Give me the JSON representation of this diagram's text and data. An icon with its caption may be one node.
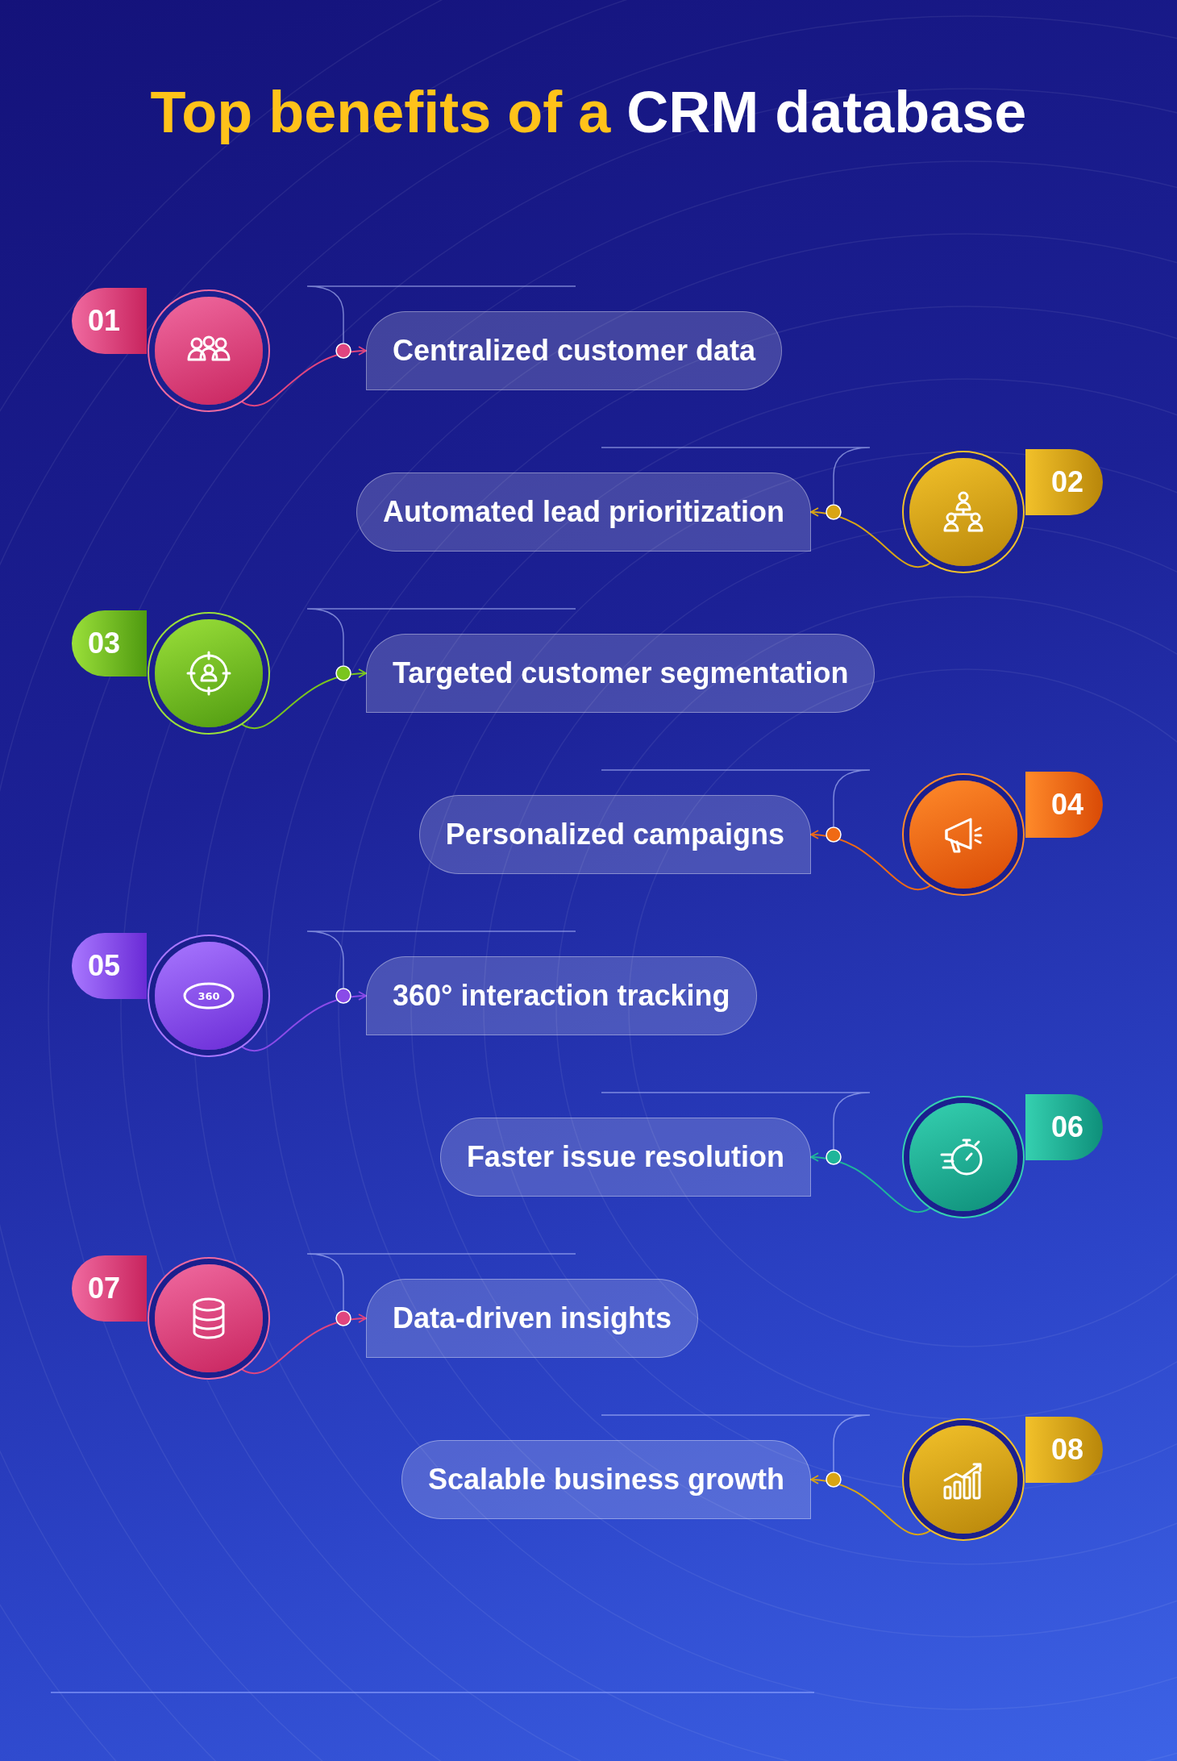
{
  "diagram": {
    "title": "Top benefits of a **CRM database**",
    "nodes": [
      {
        "text": [
          "01"
        ]
      },
      {
        "text": [],
        "shape": "circle"
      },
      {
        "text": [
          "Centralized customer data"
        ]
      },
      {
        "text": [
          "Automated lead prioritization"
        ]
      },
      {
        "text": [],
        "shape": "circle"
      },
      {
        "text": [
          "02"
        ]
      },
      {
        "text": [
          "03"
        ]
      },
      {
        "text": [],
        "shape": "circle"
      },
      {
        "text": [
          "Targeted customer segmentation"
        ]
      },
      {
        "text": [
          "Personalized campaigns"
        ]
      },
      {
        "text": [],
        "shape": "circle"
      },
      {
        "text": [
          "04"
        ]
      },
      {
        "text": [
          "05"
        ]
      },
      {
        "text": [],
        "shape": "circle"
      },
      {
        "text": [
          "360° interaction tracking"
        ]
      },
      {
        "text": [
          "Faster issue resolution"
        ]
      },
      {
        "text": [],
        "shape": "circle"
      },
      {
        "text": [
          "06"
        ]
      },
      {
        "text": [
          "07"
        ]
      },
      {
        "text": [],
        "shape": "circle"
      },
      {
        "text": [
          "Data-driven insights"
        ]
      },
      {
        "text": [
          "Scalable business growth"
        ]
      },
      {
        "text": [],
        "shape": "circle"
      },
      {
        "text": [
          "08"
        ]
      }
    ],
    "edges": [
      {
        "from": 1,
        "to": 2,
        "arrow": "to",
        "color": "#e0457f"
      },
      {
        "from": 4,
        "to": 3,
        "arrow": "to",
        "color": "#d9a514"
      },
      {
        "from": 7,
        "to": 8,
        "arrow": "to",
        "color": "#7ac51e"
      },
      {
        "from": 10,
        "to": 9,
        "arrow": "to",
        "color": "#f06a14"
      },
      {
        "from": 13,
        "to": 14,
        "arrow": "to",
        "color": "#8a4be8"
      },
      {
        "from": 16,
        "to": 15,
        "arrow": "to",
        "color": "#1fb59a"
      },
      {
        "from": 19,
        "to": 20,
        "arrow": "to",
        "color": "#e0457f"
      },
      {
        "from": 22,
        "to": 21,
        "arrow": "to",
        "color": "#d9a514"
      }
    ],
    "labels": [
      "360"
    ]
  }
}
